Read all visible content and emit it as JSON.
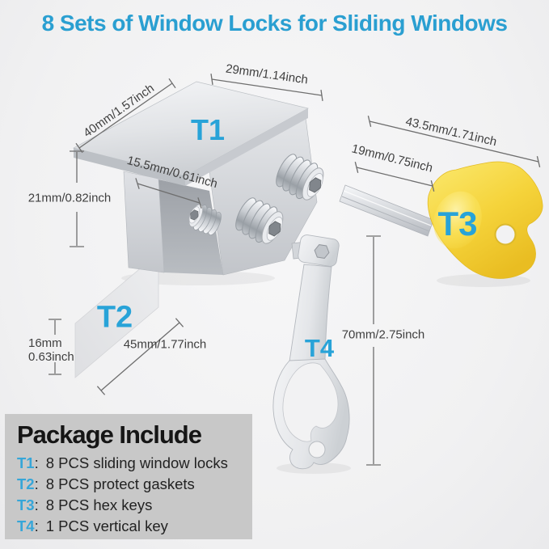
{
  "title": "8 Sets of Window Locks for Sliding Windows",
  "colors": {
    "accent_cyan": "#28a3d8",
    "title_cyan": "#2a9fd1",
    "package_box_bg": "#c8c8c8",
    "hex_key_yellow": "#f5d73e",
    "metal_silver": "#d9dcdf"
  },
  "parts": {
    "t1": {
      "label": "T1",
      "dims": {
        "width": "29mm/1.14inch",
        "depth": "40mm/1.57inch",
        "slot": "15.5mm/0.61inch",
        "height": "21mm/0.82inch"
      }
    },
    "t2": {
      "label": "T2",
      "dims": {
        "height_mm": "16mm",
        "height_inch": "0.63inch",
        "length": "45mm/1.77inch"
      }
    },
    "t3": {
      "label": "T3",
      "dims": {
        "total_length": "43.5mm/1.71inch",
        "shaft_length": "19mm/0.75inch"
      }
    },
    "t4": {
      "label": "T4",
      "dims": {
        "length": "70mm/2.75inch"
      }
    }
  },
  "package": {
    "title": "Package Include",
    "separator": ":",
    "items": [
      {
        "label": "T1",
        "text": "8 PCS sliding window locks"
      },
      {
        "label": "T2",
        "text": "8 PCS protect gaskets"
      },
      {
        "label": "T3",
        "text": "8 PCS hex keys"
      },
      {
        "label": "T4",
        "text": "1 PCS vertical key"
      }
    ]
  }
}
